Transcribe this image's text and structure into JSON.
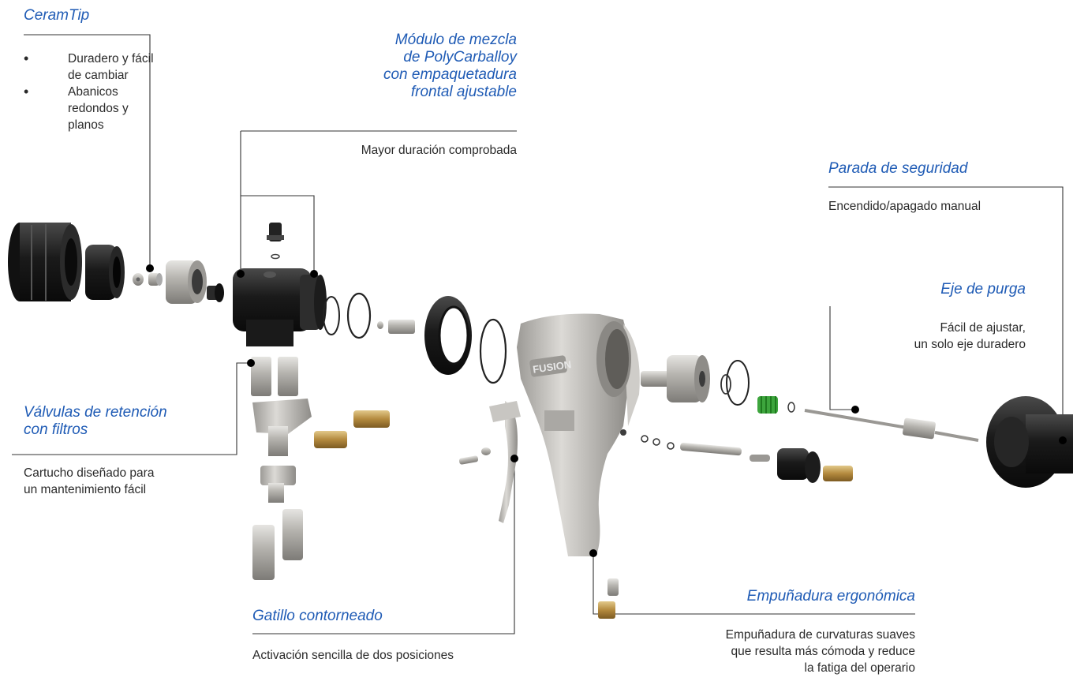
{
  "callouts": {
    "ceramtip": {
      "title": "CeramTip",
      "bullets": [
        "Duradero y fácil de cambiar",
        "Abanicos redondos y planos"
      ]
    },
    "mixing_module": {
      "title_lines": [
        "Módulo de mezcla",
        "de PolyCarballoy",
        "con empaquetadura",
        "frontal ajustable"
      ],
      "desc": "Mayor duración comprobada"
    },
    "safety_stop": {
      "title": "Parada de seguridad",
      "desc": "Encendido/apagado manual"
    },
    "purge_rod": {
      "title": "Eje de purga",
      "desc_lines": [
        "Fácil de ajustar,",
        "un solo eje duradero"
      ]
    },
    "check_valves": {
      "title_lines": [
        "Válvulas de retención",
        "con filtros"
      ],
      "desc_lines": [
        "Cartucho diseñado para",
        "un mantenimiento fácil"
      ]
    },
    "trigger": {
      "title": "Gatillo contorneado",
      "desc": "Activación sencilla de dos posiciones"
    },
    "grip": {
      "title": "Empuñadura ergonómica",
      "desc_lines": [
        "Empuñadura de curvaturas suaves",
        "que resulta más cómoda y reduce",
        "la fatiga del operario"
      ]
    }
  },
  "gun_label": "FUSION",
  "colors": {
    "title": "#1f5bb5",
    "text": "#2a2a2a",
    "leader": "#333333",
    "black_part": "#1c1c1c",
    "metal": "#b8b6b2"
  }
}
